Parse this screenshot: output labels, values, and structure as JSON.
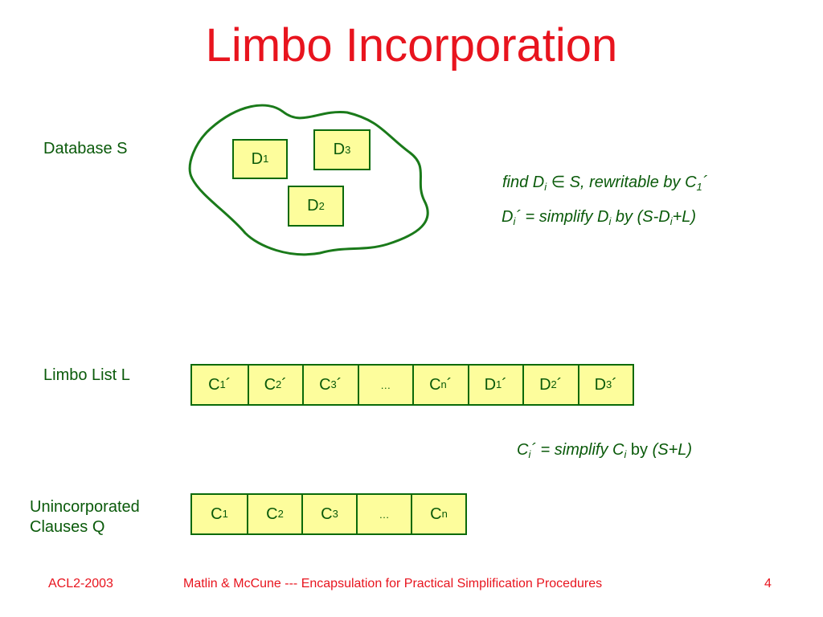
{
  "slide": {
    "title": "Limbo Incorporation",
    "database_label": "Database S",
    "limbo_label": "Limbo List L",
    "unincorporated_label_line1": "Unincorporated",
    "unincorporated_label_line2": "Clauses Q"
  },
  "database_items": [
    {
      "letter": "D",
      "sub": "1"
    },
    {
      "letter": "D",
      "sub": "3"
    },
    {
      "letter": "D",
      "sub": "2"
    }
  ],
  "formulas": {
    "find_prefix": "find D",
    "find_sub": "i",
    "find_element_symbol": "∈",
    "find_rest": " S, rewritable by C",
    "find_rest_sub": "1",
    "find_prime": "´",
    "simplify_d_lhs": "D",
    "simplify_d_lhs_sub": "i",
    "simplify_d_mid": "´  = simplify D",
    "simplify_d_mid_sub": "i",
    "simplify_d_by": " by  (S-D",
    "simplify_d_by_sub": "i",
    "simplify_d_end": "+L)",
    "simplify_c_lhs": "C",
    "simplify_c_lhs_sub": "i",
    "simplify_c_mid": "´ = simplify C",
    "simplify_c_mid_sub": "i",
    "simplify_c_by": " by ",
    "simplify_c_end": "(S+L)"
  },
  "limbo_list": [
    {
      "letter": "C",
      "sub": "1",
      "prime": " ´"
    },
    {
      "letter": "C",
      "sub": "2",
      "prime": " ´"
    },
    {
      "letter": "C",
      "sub": "3",
      "prime": " ´"
    },
    {
      "letter": "…",
      "sub": "",
      "prime": ""
    },
    {
      "letter": "C",
      "sub": "n",
      "prime": " ´"
    },
    {
      "letter": "D",
      "sub": "1",
      "prime": " ´"
    },
    {
      "letter": "D",
      "sub": "2",
      "prime": " ´"
    },
    {
      "letter": "D",
      "sub": "3",
      "prime": " ´"
    }
  ],
  "clauses_q": [
    {
      "letter": "C",
      "sub": "1",
      "prime": ""
    },
    {
      "letter": "C",
      "sub": "2",
      "prime": ""
    },
    {
      "letter": "C",
      "sub": "3",
      "prime": ""
    },
    {
      "letter": "…",
      "sub": "",
      "prime": ""
    },
    {
      "letter": "C",
      "sub": "n",
      "prime": ""
    }
  ],
  "footer": {
    "left": "ACL2-2003",
    "center": "Matlin & McCune --- Encapsulation for Practical Simplification Procedures",
    "page": "4"
  },
  "colors": {
    "title": "#e8141e",
    "text": "#0a5a0a",
    "box_fill": "#fdfd9c",
    "box_border": "#0a6a0a"
  }
}
